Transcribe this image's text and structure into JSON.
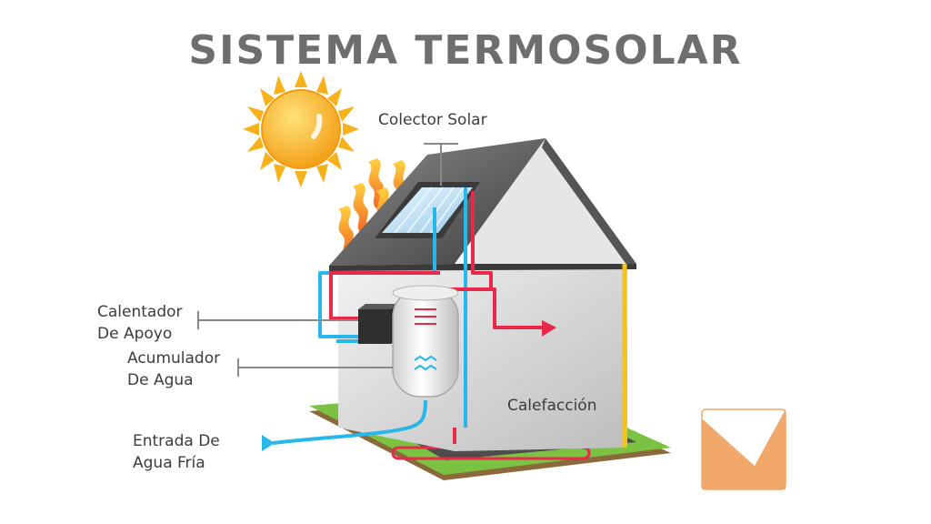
{
  "title": "SISTEMA TERMOSOLAR",
  "labels": {
    "colector": "Colector Solar",
    "calentador_line1": "Calentador",
    "calentador_line2": "De Apoyo",
    "acumulador_line1": "Acumulador",
    "acumulador_line2": "De Agua",
    "entrada_line1": "Entrada De",
    "entrada_line2": "Agua Fría",
    "calefaccion": "Calefacción"
  },
  "colors": {
    "title": "#6e6e6e",
    "hot_pipe": "#e8294a",
    "cold_pipe": "#29b6e8",
    "sun": "#f7b21b",
    "roof": "#555555",
    "wall": "#d9d9d9",
    "grass": "#7cc242",
    "yellow_pipe": "#f2c31b",
    "logo": "#f3a86b"
  },
  "icons": {
    "sun": "sun-icon",
    "heat_waves": "heat-wave-icon",
    "logo": "brand-logo-icon"
  }
}
